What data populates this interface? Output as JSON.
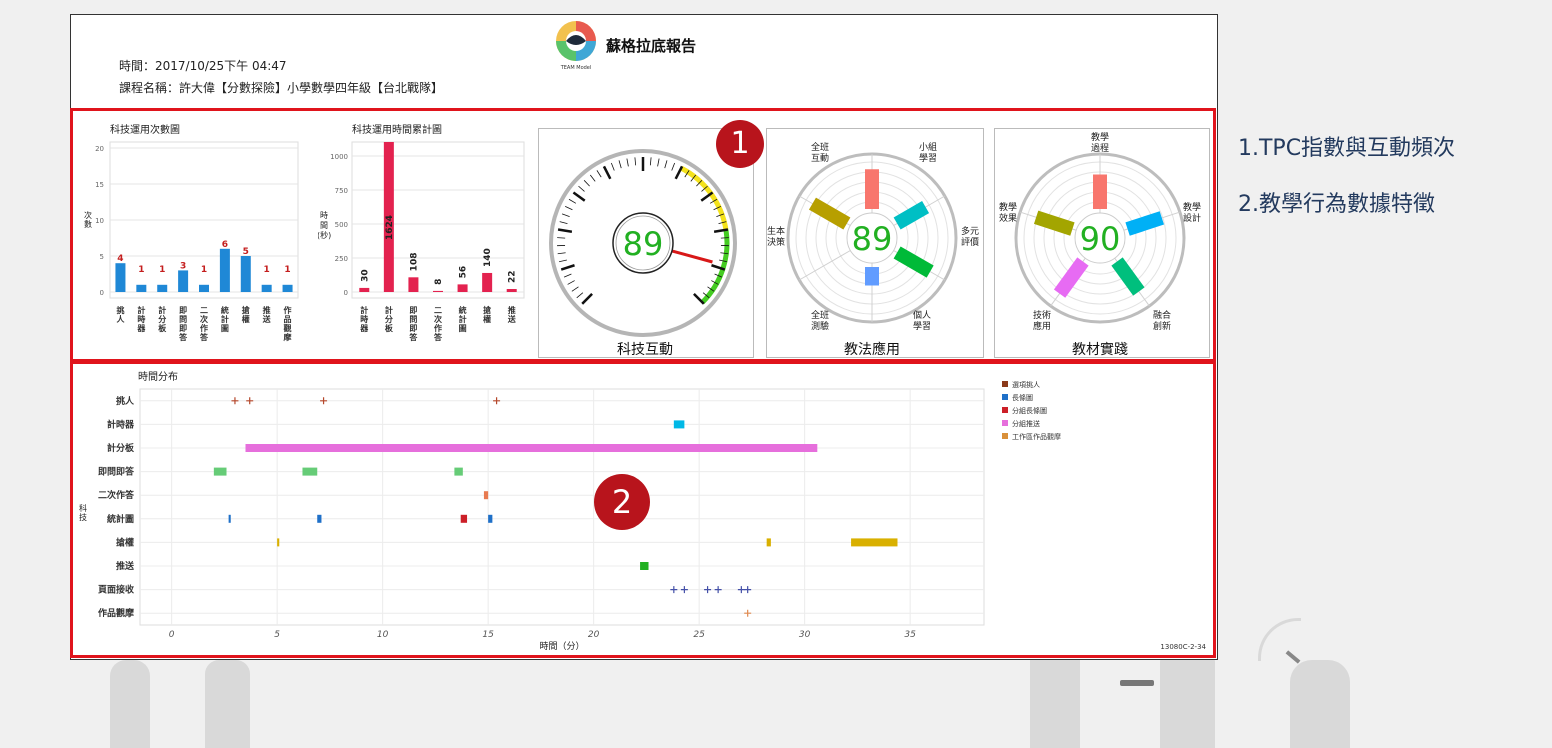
{
  "header": {
    "title": "蘇格拉底報告",
    "time_line": "時間：2017/10/25下午 04:47",
    "course_line": "課程名稱：許大偉【分數探險】小學數學四年級【台北戰隊】",
    "logo_text": "TEAM Model"
  },
  "markers": {
    "one": "1",
    "two": "2"
  },
  "side_notes": [
    "1.TPC指數與互動頻次",
    "2.教學行為數據特徵"
  ],
  "colors": {
    "red_box": "#e0141c",
    "bar_blue": "#1f88d6",
    "bar_red": "#e3224f",
    "score_green": "#22b022"
  },
  "chart_data": [
    {
      "type": "bar",
      "title": "科技運用次數圖",
      "ylabel": "次數",
      "categories": [
        "挑人",
        "計時器",
        "計分板",
        "即問即答",
        "二次作答",
        "統計圖",
        "搶權",
        "推送",
        "作品觀摩"
      ],
      "values": [
        4,
        1,
        1,
        3,
        1,
        6,
        5,
        1,
        1
      ],
      "ylim": [
        0,
        20
      ],
      "yticks": [
        0,
        5,
        10,
        15,
        20
      ]
    },
    {
      "type": "bar",
      "title": "科技運用時間累計圖",
      "ylabel": "時間(秒)",
      "categories": [
        "計時器",
        "計分板",
        "即問即答",
        "二次作答",
        "統計圖",
        "搶權",
        "推送"
      ],
      "values": [
        30,
        1624,
        108,
        8,
        56,
        140,
        22
      ],
      "ylim": [
        0,
        1000
      ],
      "yticks": [
        0,
        250,
        500,
        750,
        1000
      ]
    },
    {
      "type": "gauge",
      "title": "科技互動",
      "value": 89
    },
    {
      "type": "radial_bar",
      "title": "教法應用",
      "center_value": "89",
      "categories": [
        {
          "label": "全班互動",
          "lines": [
            "全班",
            "互動"
          ],
          "color": "#f8766d",
          "value": 0.75
        },
        {
          "label": "小組學習",
          "lines": [
            "小組",
            "學習"
          ],
          "color": "#00bfc4",
          "value": 0.62
        },
        {
          "label": "多元評價",
          "lines": [
            "多元",
            "評價"
          ],
          "color": "#00ba38",
          "value": 0.72
        },
        {
          "label": "個人學習",
          "lines": [
            "個人",
            "學習"
          ],
          "color": "#619cff",
          "value": 0.35
        },
        {
          "label": "全班測驗",
          "lines": [
            "全班",
            "測驗"
          ],
          "color": "#9ea3a8",
          "value": 0.0
        },
        {
          "label": "生本決策",
          "lines": [
            "生本",
            "決策"
          ],
          "color": "#b79f00",
          "value": 0.75
        }
      ]
    },
    {
      "type": "radial_bar",
      "title": "教材實踐",
      "center_value": "90",
      "categories": [
        {
          "label": "教學過程",
          "lines": [
            "教學",
            "過程"
          ],
          "color": "#f8766d",
          "value": 0.65
        },
        {
          "label": "教學設計",
          "lines": [
            "教學",
            "設計"
          ],
          "color": "#00b0f6",
          "value": 0.68
        },
        {
          "label": "融合創新",
          "lines": [
            "融合",
            "創新"
          ],
          "color": "#00bf7d",
          "value": 0.7
        },
        {
          "label": "技術應用",
          "lines": [
            "技術",
            "應用"
          ],
          "color": "#e76bf3",
          "value": 0.75
        },
        {
          "label": "教學效果",
          "lines": [
            "教學",
            "效果"
          ],
          "color": "#a3a500",
          "value": 0.72
        }
      ]
    },
    {
      "type": "timeline",
      "title": "時間分布",
      "xlabel": "時間（分）",
      "ylabel": "科技",
      "xlim": [
        -1.5,
        38.5
      ],
      "xticks": [
        0,
        5,
        10,
        15,
        20,
        25,
        30,
        35
      ],
      "rows": [
        "挑人",
        "計時器",
        "計分板",
        "即問即答",
        "二次作答",
        "統計圖",
        "搶權",
        "推送",
        "頁面接收",
        "作品觀摩"
      ],
      "segments": [
        {
          "row": "計時器",
          "start": 23.8,
          "end": 24.3,
          "color": "#00b8e6"
        },
        {
          "row": "計分板",
          "start": 3.5,
          "end": 30.6,
          "color": "#e66fdc"
        },
        {
          "row": "即問即答",
          "start": 2.0,
          "end": 2.6,
          "color": "#66cc77"
        },
        {
          "row": "即問即答",
          "start": 6.2,
          "end": 6.9,
          "color": "#66cc77"
        },
        {
          "row": "即問即答",
          "start": 13.4,
          "end": 13.8,
          "color": "#66cc77"
        },
        {
          "row": "二次作答",
          "start": 14.8,
          "end": 15.0,
          "color": "#e87a50"
        },
        {
          "row": "統計圖",
          "start": 2.7,
          "end": 2.8,
          "color": "#1f70c8"
        },
        {
          "row": "統計圖",
          "start": 6.9,
          "end": 7.1,
          "color": "#1f70c8"
        },
        {
          "row": "統計圖",
          "start": 13.7,
          "end": 14.0,
          "color": "#cc1f28"
        },
        {
          "row": "統計圖",
          "start": 15.0,
          "end": 15.2,
          "color": "#1f70c8"
        },
        {
          "row": "搶權",
          "start": 5.0,
          "end": 5.1,
          "color": "#d9b000"
        },
        {
          "row": "搶權",
          "start": 28.2,
          "end": 28.4,
          "color": "#d9b000"
        },
        {
          "row": "搶權",
          "start": 32.2,
          "end": 34.4,
          "color": "#d9b000"
        },
        {
          "row": "推送",
          "start": 22.2,
          "end": 22.6,
          "color": "#22b022"
        }
      ],
      "points": [
        {
          "row": "挑人",
          "x": 3.0,
          "color": "#b5482c"
        },
        {
          "row": "挑人",
          "x": 3.7,
          "color": "#b5482c"
        },
        {
          "row": "挑人",
          "x": 7.2,
          "color": "#b5482c"
        },
        {
          "row": "挑人",
          "x": 15.4,
          "color": "#b5482c"
        },
        {
          "row": "頁面接收",
          "x": 23.8,
          "color": "#4450a8"
        },
        {
          "row": "頁面接收",
          "x": 24.3,
          "color": "#4450a8"
        },
        {
          "row": "頁面接收",
          "x": 25.4,
          "color": "#4450a8"
        },
        {
          "row": "頁面接收",
          "x": 25.9,
          "color": "#4450a8"
        },
        {
          "row": "頁面接收",
          "x": 27.0,
          "color": "#4450a8"
        },
        {
          "row": "頁面接收",
          "x": 27.3,
          "color": "#4450a8"
        },
        {
          "row": "作品觀摩",
          "x": 27.3,
          "color": "#e08a50"
        }
      ],
      "legend": [
        {
          "label": "選項挑人",
          "color": "#8b3a1a"
        },
        {
          "label": "長條圖",
          "color": "#1f70c8"
        },
        {
          "label": "分組長條圖",
          "color": "#cc1f28"
        },
        {
          "label": "分組推送",
          "color": "#e66fdc"
        },
        {
          "label": "工作區作品觀摩",
          "color": "#d9903a"
        }
      ],
      "footnote": "13080C-2-34"
    }
  ]
}
